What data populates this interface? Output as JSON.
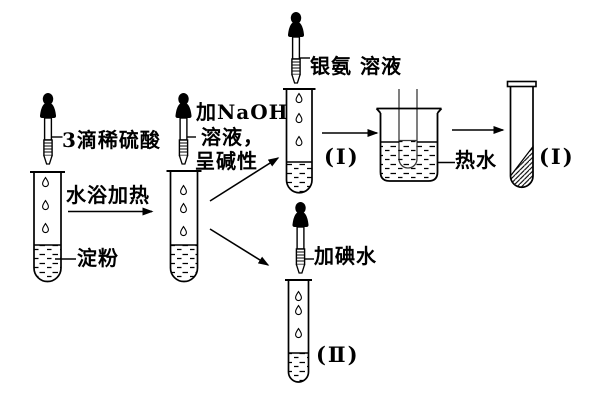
{
  "background": "#ffffff",
  "line_color": "#000000",
  "steps": {
    "initial": {
      "dropper_label": "3滴稀硫酸",
      "tube_content_label": "淀粉",
      "arrow_label": "水浴加热"
    },
    "neutralize": {
      "dropper_label_line1": "加NaOH",
      "dropper_label_line2": "溶液，",
      "dropper_label_line3": "呈碱性"
    },
    "silver_mirror": {
      "dropper_label": "银氨 溶液",
      "tube_label": "(Ⅰ)",
      "bath_label": "热水",
      "result_label": "(Ⅰ)"
    },
    "iodine_test": {
      "dropper_label": "加碘水",
      "tube_label": "(Ⅱ)"
    }
  }
}
